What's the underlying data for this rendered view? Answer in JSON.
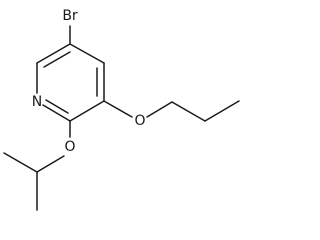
{
  "atoms": {
    "bromine": "Br",
    "nitrogen": "N",
    "oxygen_propoxy": "O",
    "oxygen_isopropoxy": "O"
  },
  "colors": {
    "bond": "#1a1a1a",
    "label": "#1a1a1a",
    "background": "#ffffff"
  }
}
